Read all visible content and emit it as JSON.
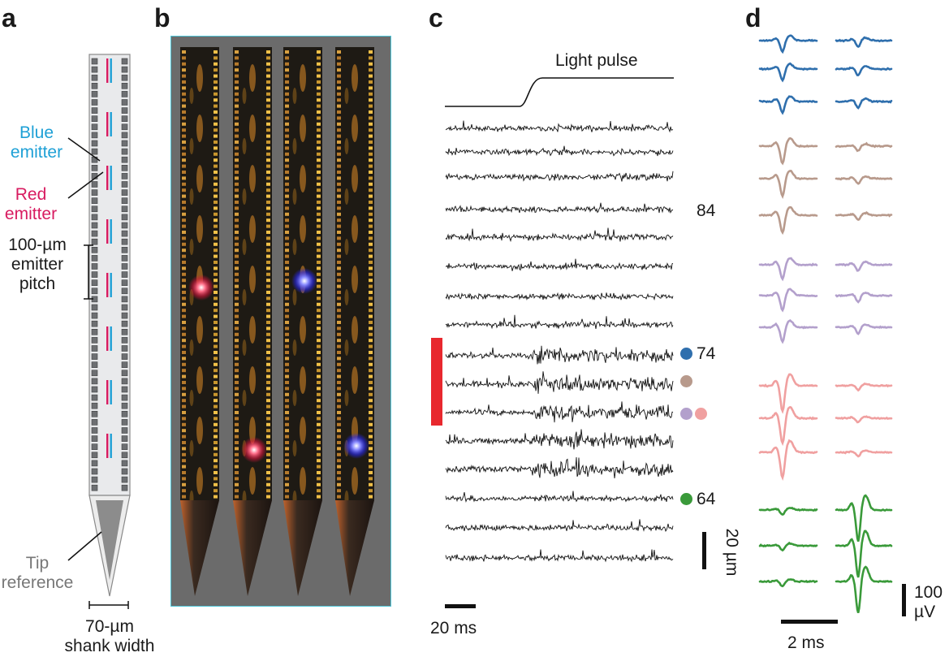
{
  "panels": {
    "a": "a",
    "b": "b",
    "c": "c",
    "d": "d"
  },
  "panel_a": {
    "blue_emitter": [
      "Blue",
      "emitter"
    ],
    "red_emitter": [
      "Red",
      "emitter"
    ],
    "pitch": [
      "100-µm",
      "emitter",
      "pitch"
    ],
    "tip": [
      "Tip",
      "reference"
    ],
    "shank": [
      "70-µm",
      "shank width"
    ]
  },
  "panel_c": {
    "light_pulse": "Light pulse",
    "channel_labels": [
      "84",
      "74",
      "64"
    ],
    "scale_y": "20 µm",
    "scale_x": "20 ms"
  },
  "panel_d": {
    "scale_y": [
      "100",
      "µV"
    ],
    "scale_x": "2 ms"
  },
  "colors": {
    "blue_emitter": "#1ea0d6",
    "red_emitter": "#d81b60",
    "blue_unit": "#2f6fad",
    "brown_unit": "#b89a8c",
    "purple_unit": "#b3a0cc",
    "pink_unit": "#f0a0a0",
    "green_unit": "#3a9a3a",
    "stim_bar": "#e8282e"
  }
}
